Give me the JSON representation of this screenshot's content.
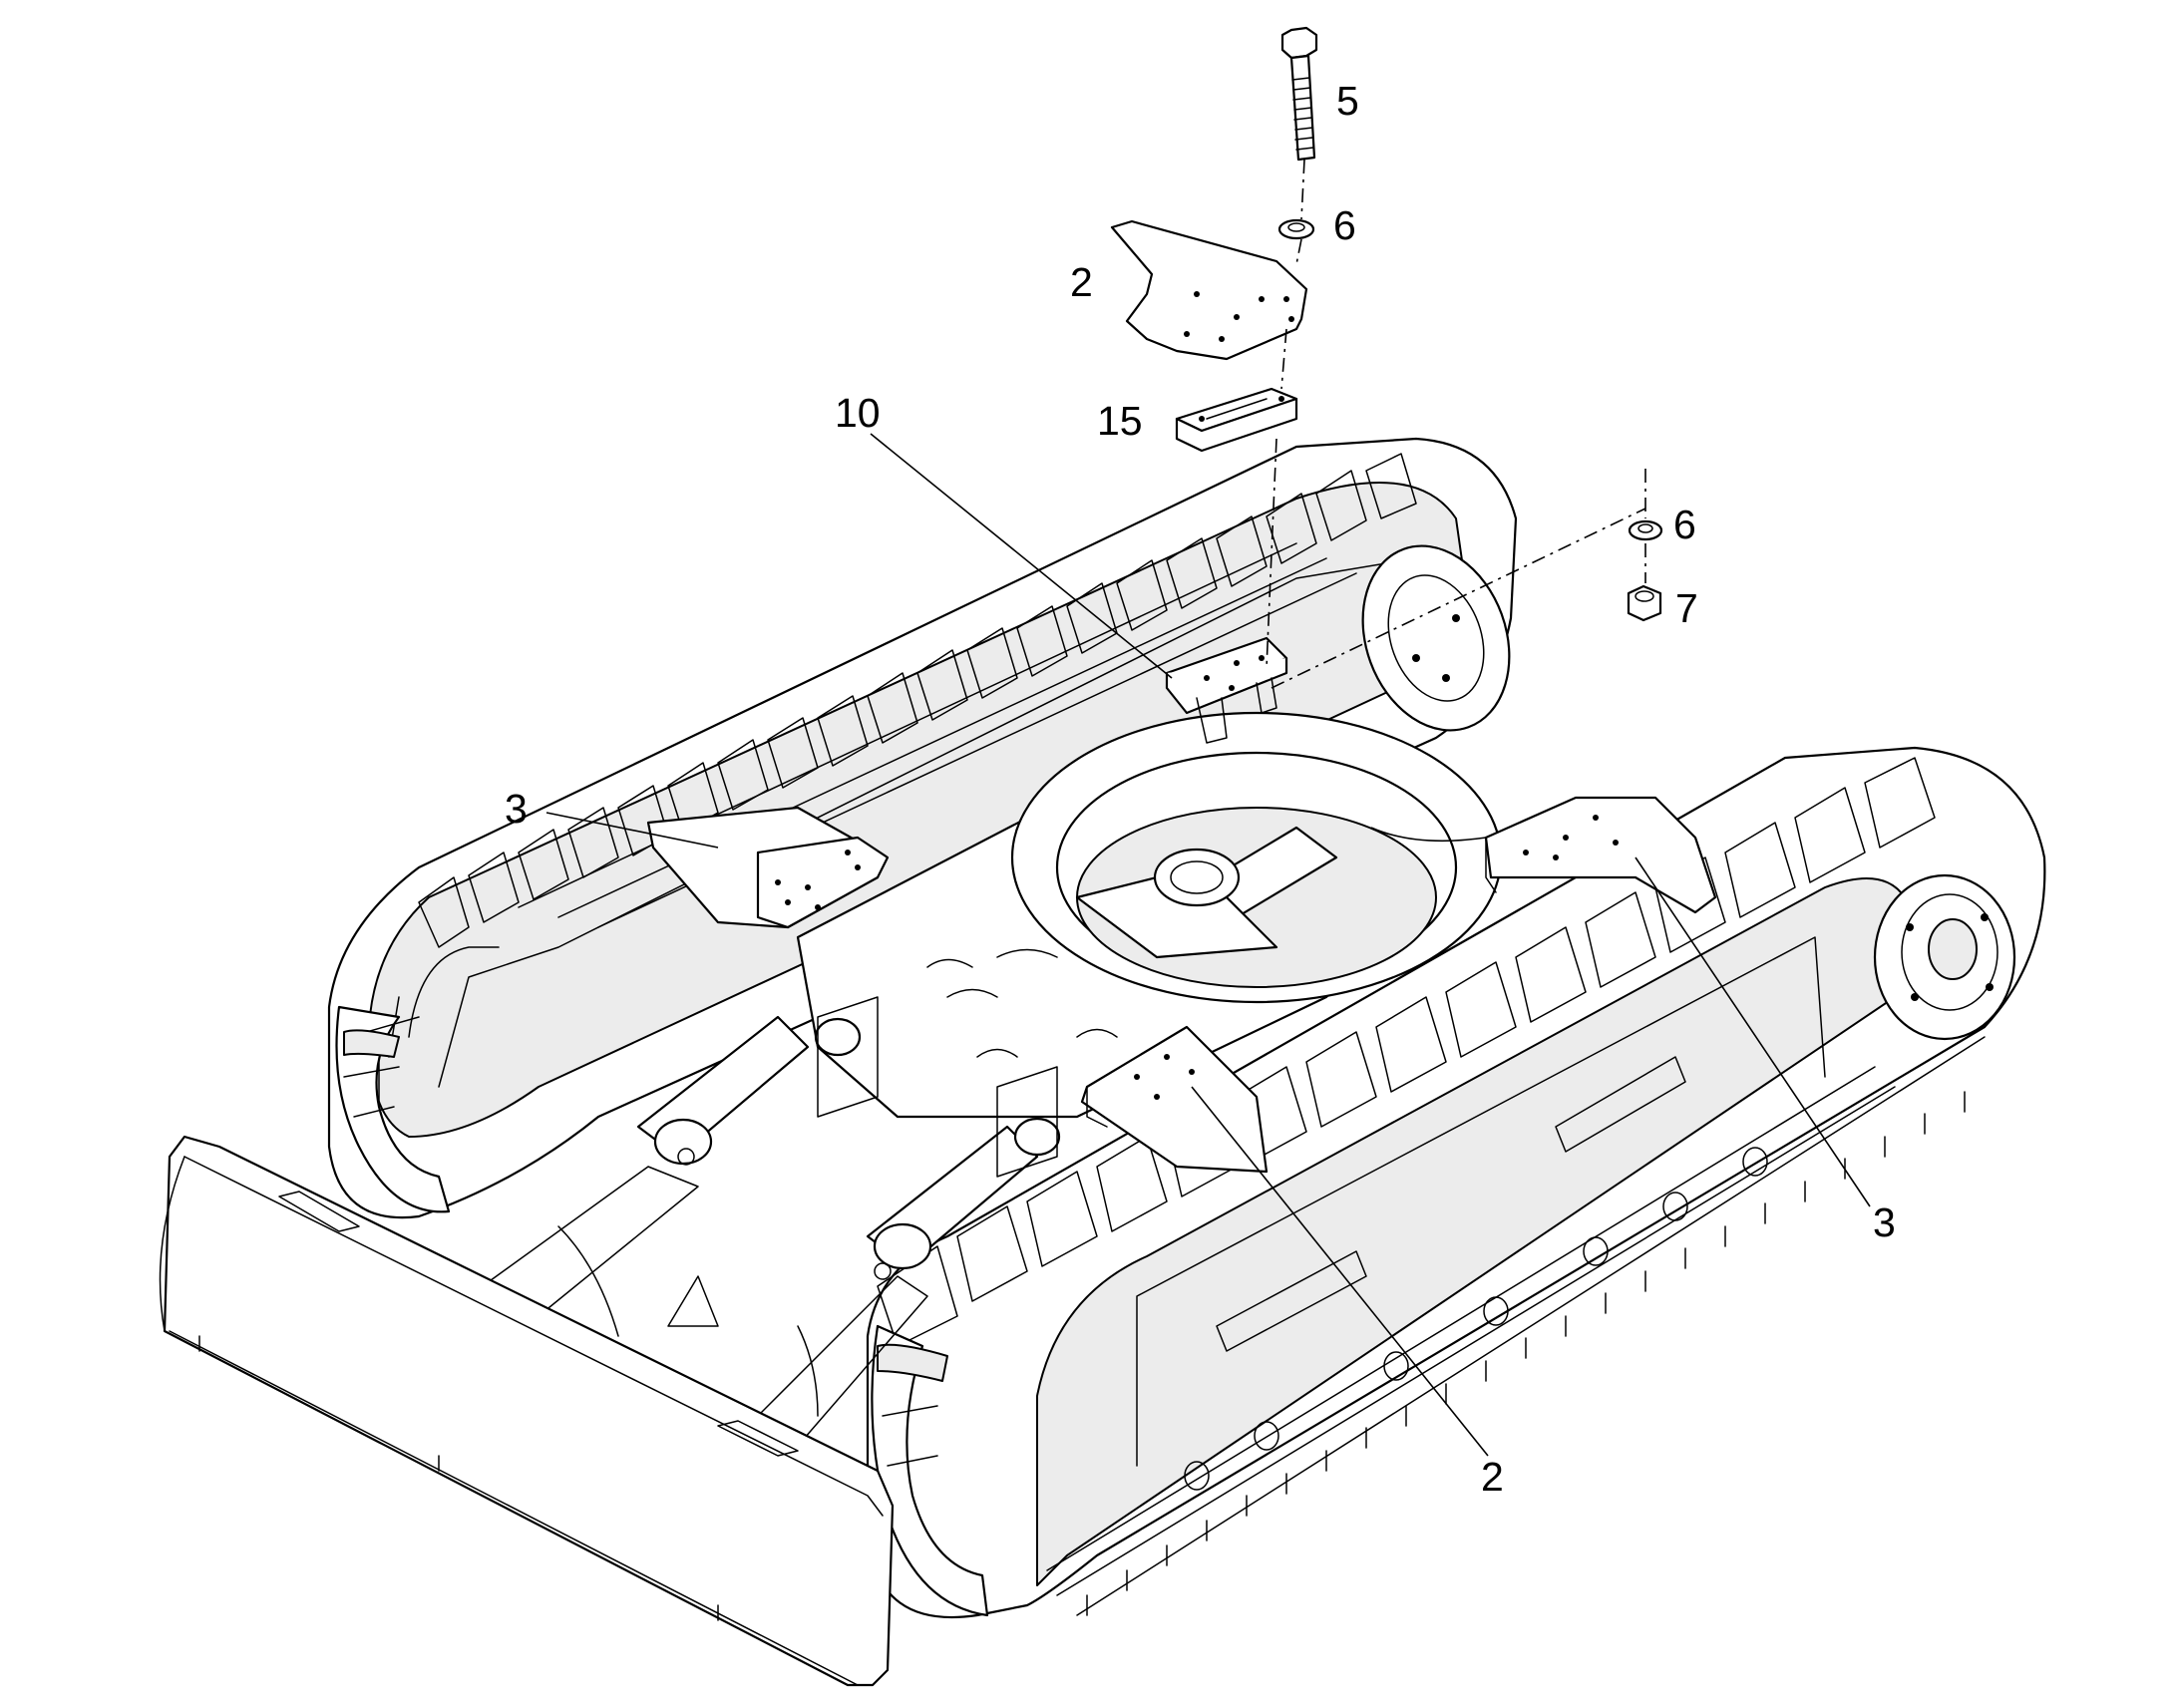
{
  "callouts": [
    {
      "id": "c5",
      "label": "5"
    },
    {
      "id": "c6a",
      "label": "6"
    },
    {
      "id": "c2a",
      "label": "2"
    },
    {
      "id": "c15",
      "label": "15"
    },
    {
      "id": "c10",
      "label": "10"
    },
    {
      "id": "c6b",
      "label": "6"
    },
    {
      "id": "c7",
      "label": "7"
    },
    {
      "id": "c3a",
      "label": "3"
    },
    {
      "id": "c3b",
      "label": "3"
    },
    {
      "id": "c2b",
      "label": "2"
    }
  ]
}
